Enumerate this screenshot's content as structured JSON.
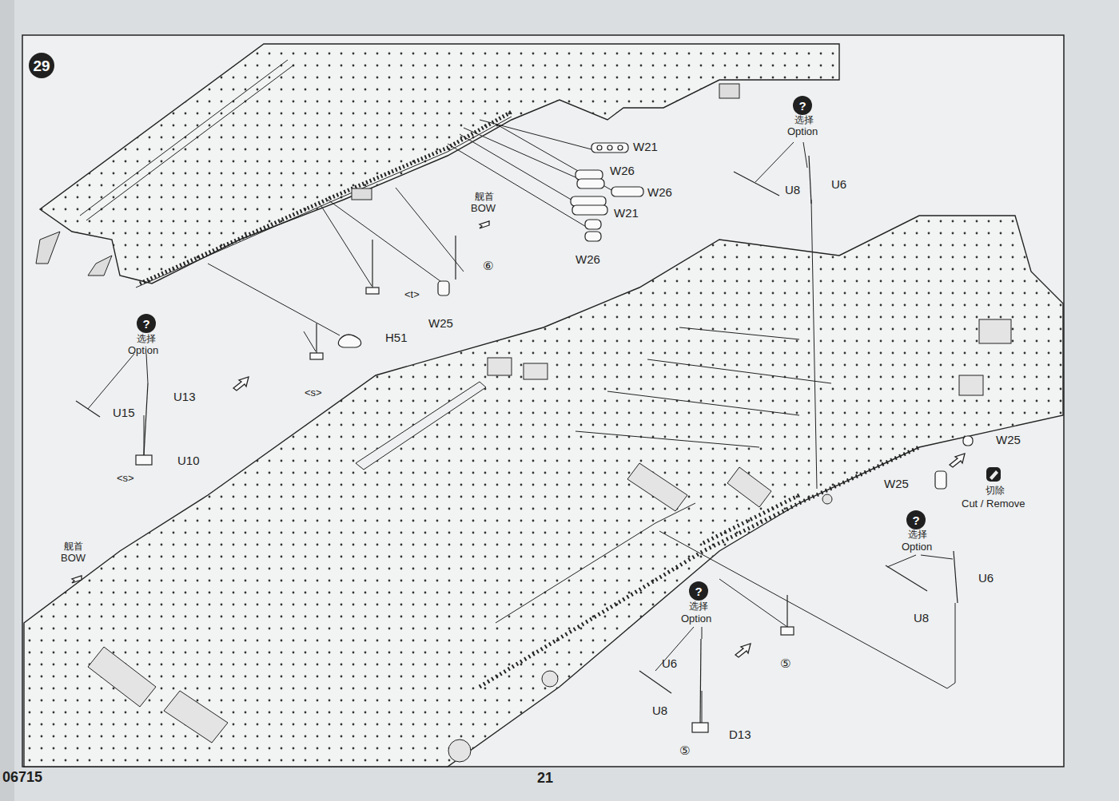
{
  "diagram": {
    "nodes": [
      {
        "text": [
          "29"
        ]
      },
      {
        "text": [
          "?"
        ]
      },
      {
        "text": [
          "?"
        ]
      },
      {
        "text": [
          "?"
        ]
      },
      {
        "text": [
          "?"
        ]
      }
    ],
    "edges": [],
    "labels": [
      "选择",
      "Option",
      "W21",
      "W26",
      "U6",
      "U8",
      "W26",
      "舰首",
      "BOW",
      "W21",
      "W26",
      "⑥",
      "<t>",
      "W25",
      "选择",
      "Option",
      "H51",
      "<s>",
      "U13",
      "U15",
      "W25",
      "U10",
      "<s>",
      "W25",
      "切除",
      "Cut / Remove",
      "选择",
      "Option",
      "舰首",
      "BOW",
      "U6",
      "选择",
      "Option",
      "U8",
      "U6",
      "⑤",
      "U8",
      "D13",
      "⑤",
      "06715",
      "21"
    ]
  }
}
